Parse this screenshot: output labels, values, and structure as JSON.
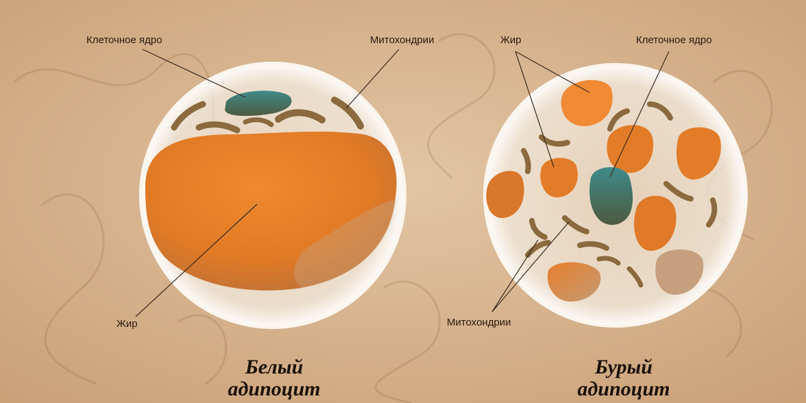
{
  "colors": {
    "background": "#d8b690",
    "fat": "#e8822c",
    "nucleus": "#3f7f7c",
    "mitochondria": "#8a6a3e",
    "cell_membrane": "#f5efe6"
  },
  "white_cell": {
    "title_line1": "Белый",
    "title_line2": "адипоцит",
    "label_nucleus": "Клеточное ядро",
    "label_mitochondria": "Митохондрии",
    "label_fat": "Жир"
  },
  "brown_cell": {
    "title_line1": "Бурый",
    "title_line2": "адипоцит",
    "label_fat": "Жир",
    "label_nucleus": "Клеточное ядро",
    "label_mitochondria": "Митохондрии"
  }
}
